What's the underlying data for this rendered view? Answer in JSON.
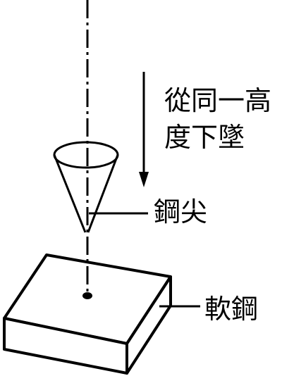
{
  "labels": {
    "drop_line1": "從同一高",
    "drop_line2": "度下墜",
    "steel_tip": "鋼尖",
    "mild_steel": "軟鋼"
  },
  "colors": {
    "stroke": "#000000",
    "background": "#ffffff"
  }
}
